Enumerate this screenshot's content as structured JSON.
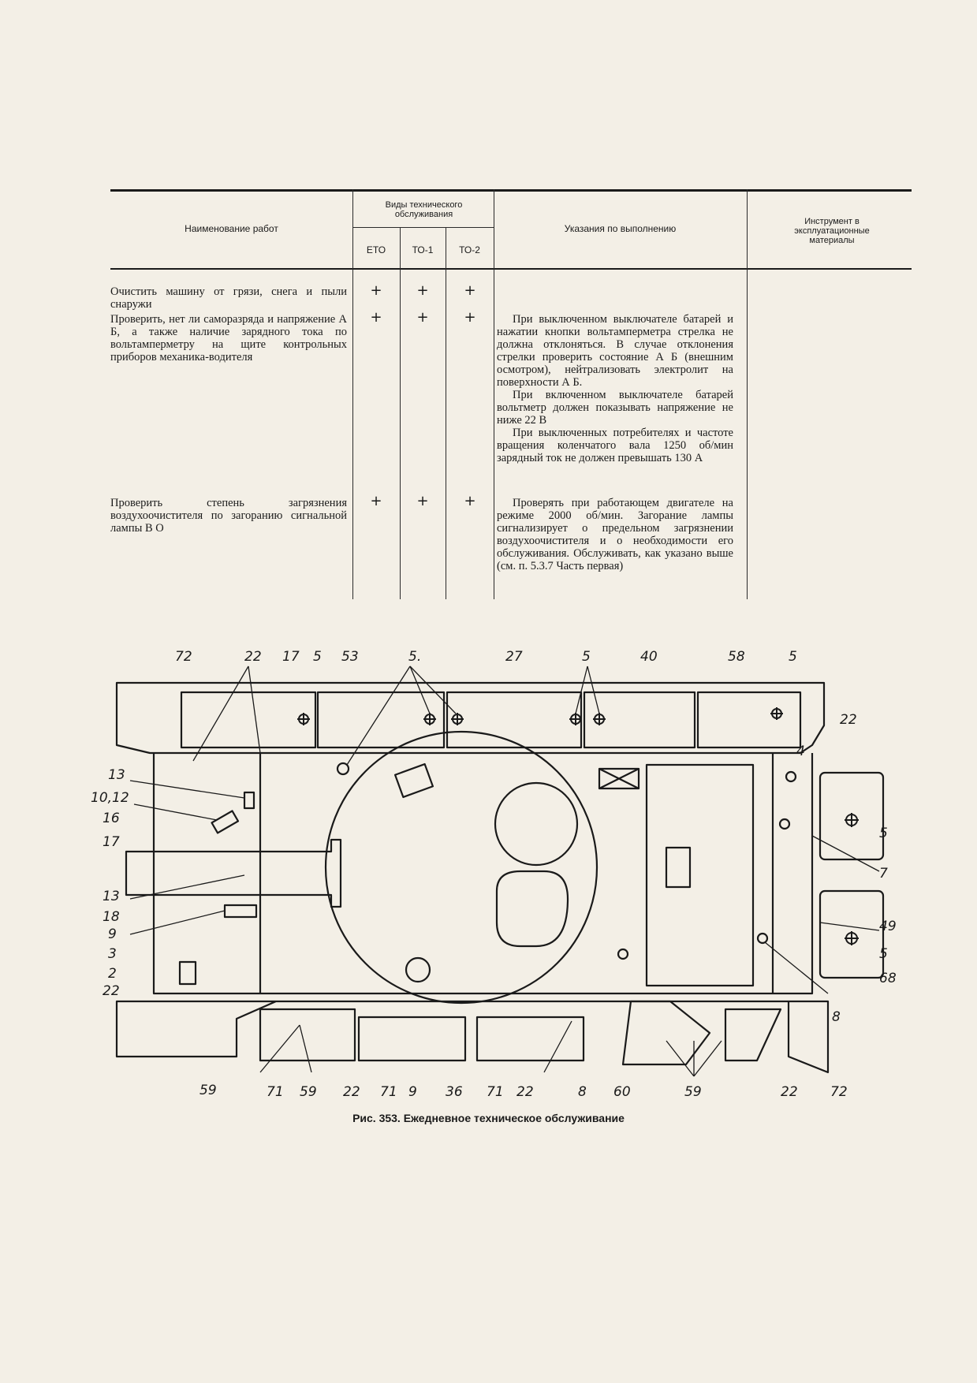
{
  "table": {
    "headers": {
      "work_name": "Наименование работ",
      "maintenance_types": "Виды технического обслуживания",
      "eto": "ЕТО",
      "to1": "ТО-1",
      "to2": "ТО-2",
      "instructions": "Указания по выполнению",
      "tools": "Инструмент в эксплуатационные материалы"
    },
    "rows": [
      {
        "work": "Очистить машину от грязи, снега и пыли снаружи",
        "eto": "+",
        "to1": "+",
        "to2": "+",
        "instructions": []
      },
      {
        "work": "Проверить, нет ли саморазряда и напряжение А Б, а также наличие зарядного тока по вольтамперметру на щите контрольных приборов механика-водителя",
        "eto": "+",
        "to1": "+",
        "to2": "+",
        "instructions": [
          "При выключенном выключателе батарей и нажатии кнопки вольтамперметра стрелка не должна отклоняться. В случае отклонения стрелки проверить состояние А Б (внешним осмотром), нейтрализовать электролит на поверхности А Б.",
          "При включенном выключателе батарей вольтметр должен показывать напряжение не ниже 22 В",
          "При выключенных потребителях и частоте вращения коленчатого вала 1250 об/мин зарядный ток не должен превышать 130 А"
        ]
      },
      {
        "work": "Проверить степень загрязнения воздухоочистителя по загоранию сигнальной лампы В О",
        "eto": "+",
        "to1": "+",
        "to2": "+",
        "instructions": [
          "Проверять при работающем двигателе на режиме 2000 об/мин. Загорание лампы сигнализирует о предельном загрязнении воздухоочистителя и о необходимости его обслуживания. Обслуживать, как указано выше (см. п. 5.3.7 Часть первая)"
        ]
      }
    ]
  },
  "figure": {
    "caption": "Рис. 353. Ежедневное техническое обслуживание",
    "top_labels": [
      "72",
      "22",
      "17",
      "5",
      "53",
      "5.",
      "27",
      "5",
      "40",
      "58",
      "5"
    ],
    "right_labels": [
      "22",
      "4",
      "5",
      "7",
      "49",
      "5",
      "68",
      "8"
    ],
    "left_labels": [
      "13",
      "10,12",
      "16",
      "17",
      "13",
      "18",
      "9",
      "3",
      "2",
      "22"
    ],
    "bottom_labels": [
      "59",
      "71",
      "59",
      "22",
      "71",
      "9",
      "36",
      "71",
      "22",
      "8",
      "60",
      "59",
      "22",
      "72"
    ]
  }
}
